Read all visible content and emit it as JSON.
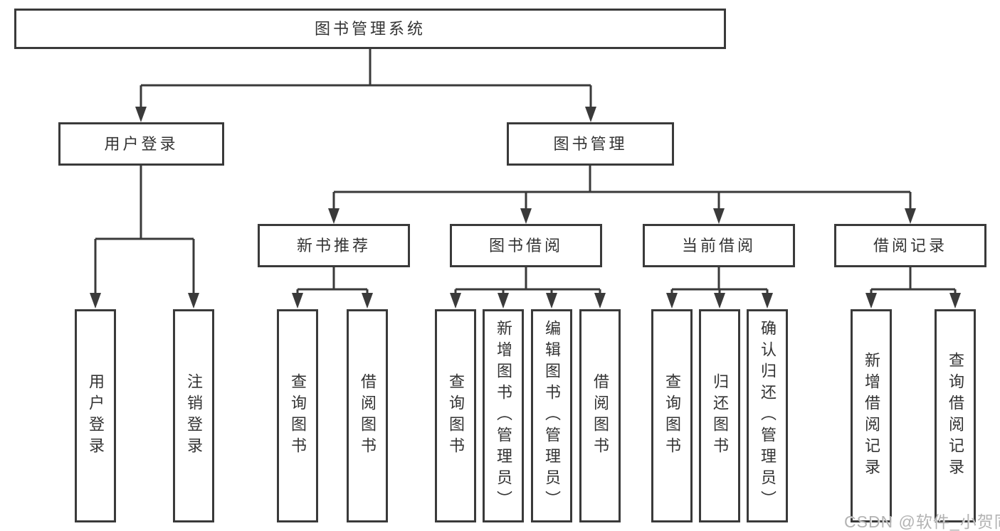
{
  "diagram_title": "图书管理系统",
  "tree": {
    "label": "图书管理系统",
    "children": [
      {
        "label": "用户登录",
        "children": [
          {
            "label": "用户登录"
          },
          {
            "label": "注销登录"
          }
        ]
      },
      {
        "label": "图书管理",
        "children": [
          {
            "label": "新书推荐",
            "children": [
              {
                "label": "查询图书"
              },
              {
                "label": "借阅图书"
              }
            ]
          },
          {
            "label": "图书借阅",
            "children": [
              {
                "label": "查询图书"
              },
              {
                "label": "新增图书（管理员）"
              },
              {
                "label": "编辑图书（管理员）"
              },
              {
                "label": "借阅图书"
              }
            ]
          },
          {
            "label": "当前借阅",
            "children": [
              {
                "label": "查询图书"
              },
              {
                "label": "归还图书"
              },
              {
                "label": "确认归还（管理员）"
              }
            ]
          },
          {
            "label": "借阅记录",
            "children": [
              {
                "label": "新增借阅记录"
              },
              {
                "label": "查询借阅记录"
              }
            ]
          }
        ]
      }
    ]
  },
  "watermark": {
    "text": "CSDN @软件_小贺同学"
  },
  "colors": {
    "line": "#3a3a3a",
    "text": "#333333",
    "background": "#ffffff",
    "watermark": "#b3b3b3"
  }
}
